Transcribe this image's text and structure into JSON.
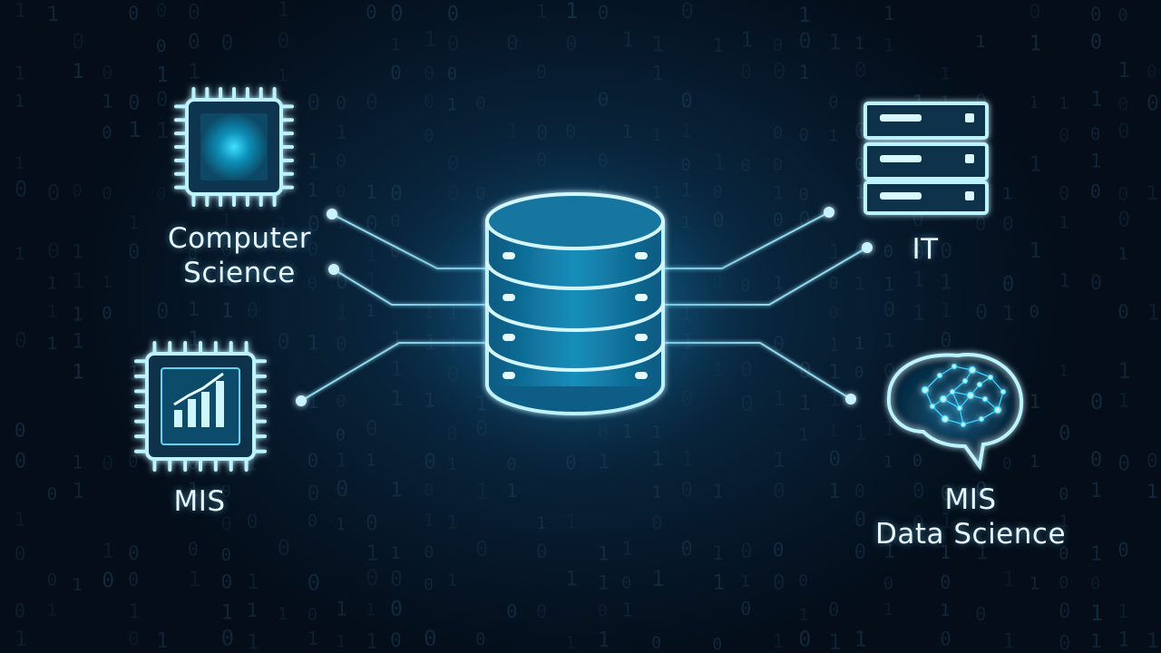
{
  "nodes": {
    "computer_science": {
      "lines": [
        "Computer",
        "Science"
      ],
      "icon": "cpu-chip-icon"
    },
    "mis_left": {
      "lines": [
        "MIS"
      ],
      "icon": "chip-bar-chart-icon"
    },
    "it": {
      "lines": [
        "IT"
      ],
      "icon": "server-rack-icon"
    },
    "mis_data_science": {
      "lines": [
        "MIS",
        "Data Science"
      ],
      "icon": "brain-network-icon"
    }
  },
  "center": {
    "icon": "database-icon"
  },
  "colors": {
    "background": "#06101c",
    "glow": "#3fd4ff",
    "line": "#8fd8ee",
    "text": "#e8f6ff"
  }
}
